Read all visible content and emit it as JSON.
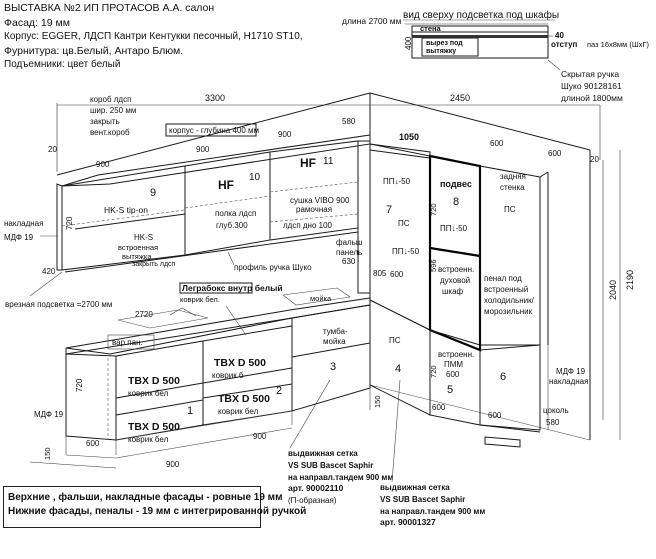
{
  "header": {
    "line1": "ВЫСТАВКА №2 ИП ПРОТАСОВ А.А. салон",
    "line2": "Фасад: 19 мм",
    "line3": "Корпус: EGGER, ЛДСП Кантри Кентукки песочный, H1710 ST10,",
    "line4": "Фурнитура: цв.Белый, Антаро Блюм.",
    "line5": "Подъемники: цвет белый"
  },
  "top_view": {
    "title": "вид сверху  подсветка под шкафы",
    "length_label": "длина 2700 мм",
    "wall_label": "стена",
    "cutout_label_1": "вырез под",
    "cutout_label_2": "вытяжку",
    "dim_400": "400",
    "dim_40": "40",
    "offset_label": "отступ",
    "groove_label": "паз 16х8мм (ШхГ)"
  },
  "handle_note": {
    "line1": "Скрытая ручка",
    "line2": "Шуко 90128161",
    "line3": "длиной 1800мм"
  },
  "dimensions": {
    "d3300": "3300",
    "d2450": "2450",
    "d580": "580",
    "d1050": "1050",
    "d600a": "600",
    "d600b": "600",
    "d20a": "20",
    "d20b": "20",
    "d900a": "900",
    "d900b": "900",
    "d900c": "900",
    "d2190": "2190",
    "d2040": "2040",
    "d720a": "720",
    "d720b": "720",
    "d720c": "720",
    "d720d": "720",
    "d420": "420",
    "d630": "630",
    "d805": "805",
    "d2720": "2720",
    "d600c": "600",
    "d600d": "600",
    "d600e": "600",
    "d596": "596",
    "d580b": "580",
    "d150a": "150",
    "d150b": "150",
    "d900d": "900",
    "d900e": "900",
    "d600f": "600"
  },
  "upper": {
    "box_note_1": "короб лдсп",
    "box_note_2": "шир. 250 мм",
    "box_note_3": "закрыть",
    "box_note_4": "вент.короб",
    "depth_note": "корпус - глубина 400 мм",
    "overlay_left_1": "накладная",
    "overlay_left_2": "МДФ 19",
    "led_note": "врезная подсветка =2700 мм",
    "c9_num": "9",
    "c9_label": "HK-S tip-on",
    "c9b_label_1": "HK-S",
    "c9b_label_2": "встроенная",
    "c9b_label_3": "вытяжка",
    "c9b_label_4": "закрыть лдсп",
    "c10_hf": "HF",
    "c10_num": "10",
    "c10_note_1": "полка лдсп",
    "c10_note_2": "глуб.300",
    "c11_hf": "HF",
    "c11_num": "11",
    "c11_note_1": "сушка VIBO 900",
    "c11_note_2": "рамочная",
    "c11_note_3": "лдсп дно 100",
    "profile_note": "профиль ручка Шуко",
    "falsh_1": "фальш",
    "falsh_2": "панель"
  },
  "tall": {
    "c7_pp": "ПП↓-50",
    "c7_num": "7",
    "c7_ps": "ПС",
    "c7_pp2": "ПП↓-50",
    "c8_title": "подвес",
    "c8_num": "8",
    "c8_pp": "ПП↓-50",
    "oven_1": "встроенн.",
    "oven_2": "духовой",
    "oven_3": "шкаф",
    "back_1": "задняя",
    "back_2": "стенка",
    "c6_ps": "ПС",
    "fridge_1": "пенал под",
    "fridge_2": "встроенный",
    "fridge_3": "холодильник/",
    "fridge_4": "морозильник",
    "c4_ps": "ПС",
    "c4_num": "4",
    "c5_1": "встроенн.",
    "c5_2": "ПММ",
    "c5_3": "600",
    "c5_num": "5",
    "c6_num": "6",
    "mdf_right_1": "МДФ 19",
    "mdf_right_2": "накладная",
    "plinth": "цоколь",
    "plinth_dim": "580"
  },
  "lower": {
    "legrabox": "Леграбокс внутр белый",
    "korpus_bel": "коврик бел.",
    "sink": "мойка",
    "varpan": "вар.пан.",
    "tumba_1": "тумба-",
    "tumba_2": "мойка",
    "c3_num": "3",
    "tbx1": "TBX D 500",
    "tbx1_mat": "коврик бел",
    "tbx2": "TBX D 500",
    "tbx2_mat": "коврик бел",
    "c1_num": "1",
    "tbx3": "TBX D 500",
    "tbx3_mat": "коврик б",
    "tbx4": "TBX D 500",
    "tbx4_mat": "коврик бел",
    "c2_num": "2",
    "mdf_left": "МДФ 19"
  },
  "callouts": {
    "net1_1": "выдвижная сетка",
    "net1_2": "VS SUB Bascet Saphir",
    "net1_3": "на направл.тандем 900 мм",
    "net1_4": "арт. 90002110",
    "net1_5": "(П-образная)",
    "net2_1": "выдвижная сетка",
    "net2_2": "VS SUB Bascet Saphir",
    "net2_3": "на направл.тандем 900 мм",
    "net2_4": "арт. 90001327"
  },
  "notes": {
    "line1": "Верхние , фальши, накладные фасады - ровные 19 мм",
    "line2": "Нижние фасады, пеналы - 19 мм с интегрированной ручкой"
  }
}
